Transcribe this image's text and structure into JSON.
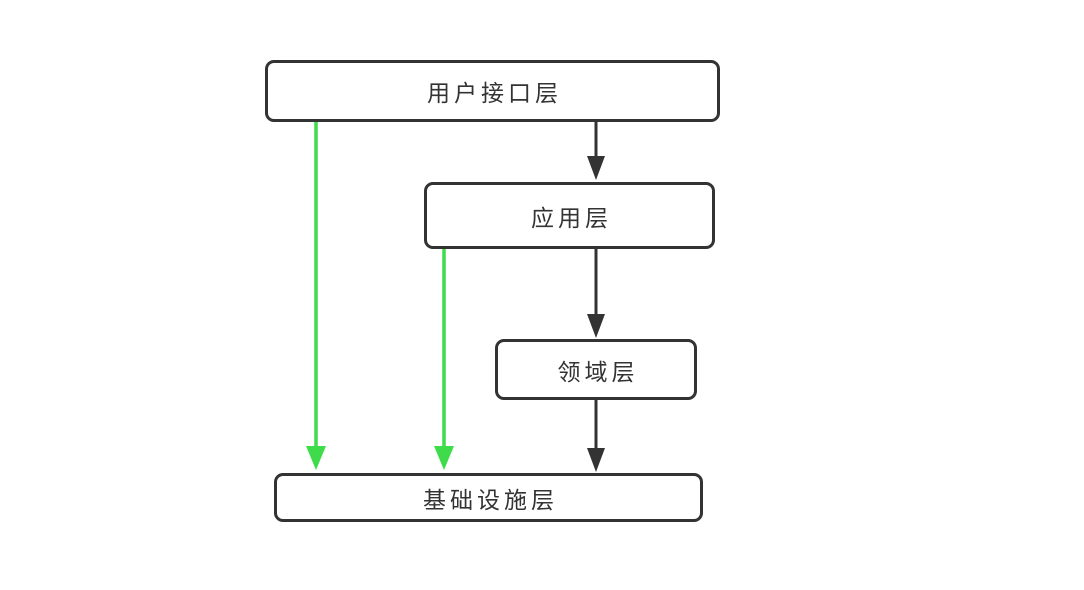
{
  "diagram": {
    "type": "flowchart",
    "nodes": [
      {
        "id": "ui-layer",
        "label": "用户接口层"
      },
      {
        "id": "application-layer",
        "label": "应用层"
      },
      {
        "id": "domain-layer",
        "label": "领域层"
      },
      {
        "id": "infrastructure-layer",
        "label": "基础设施层"
      }
    ],
    "edges": [
      {
        "from": "用户接口层",
        "to": "应用层",
        "arrow": "down",
        "color": "#333333"
      },
      {
        "from": "应用层",
        "to": "领域层",
        "arrow": "down",
        "color": "#333333"
      },
      {
        "from": "领域层",
        "to": "基础设施层",
        "arrow": "down",
        "color": "#333333"
      },
      {
        "from": "用户接口层",
        "to": "基础设施层",
        "arrow": "down",
        "color": "#3edc4b"
      },
      {
        "from": "应用层",
        "to": "基础设施层",
        "arrow": "down",
        "color": "#3edc4b"
      }
    ],
    "colors": {
      "background": "#ffffff",
      "box_border": "#333333",
      "box_fill": "#ffffff",
      "text": "#333333",
      "arrow_dark": "#333333",
      "arrow_green": "#3edc4b"
    }
  }
}
